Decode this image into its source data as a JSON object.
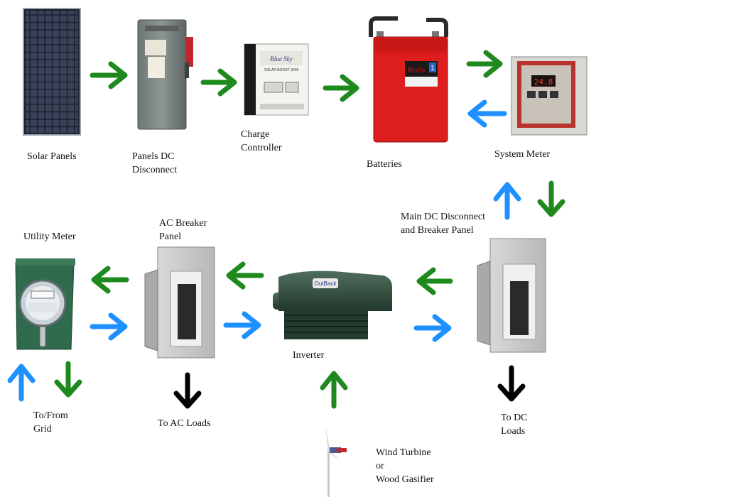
{
  "labels": {
    "solar_panels": "Solar Panels",
    "panels_dc_disconnect": [
      "Panels DC",
      "Disconnect"
    ],
    "charge_controller": [
      "Charge",
      "Controller"
    ],
    "batteries": "Batteries",
    "system_meter": "System Meter",
    "main_dc_disconnect": [
      "Main DC Disconnect",
      "and Breaker Panel"
    ],
    "ac_breaker_panel": [
      "AC Breaker",
      "Panel"
    ],
    "utility_meter": "Utility Meter",
    "inverter": "Inverter",
    "to_from_grid": [
      "To/From",
      "Grid"
    ],
    "to_ac_loads": "To AC Loads",
    "to_dc_loads": [
      "To DC",
      "Loads"
    ],
    "wind_turbine": [
      "Wind Turbine",
      "or",
      "Wood Gasifier"
    ]
  },
  "device_text": {
    "controller_brand": "Blue Sky",
    "controller_model": "SOLAR BOOST 3048",
    "battery_brand": "Rolls",
    "battery_badge": "1",
    "inverter_brand": "OutBack",
    "meter_display": "24.8"
  },
  "colors": {
    "green_arrow": "#1e8a1e",
    "blue_arrow": "#1e90ff",
    "black_arrow": "#000000"
  }
}
